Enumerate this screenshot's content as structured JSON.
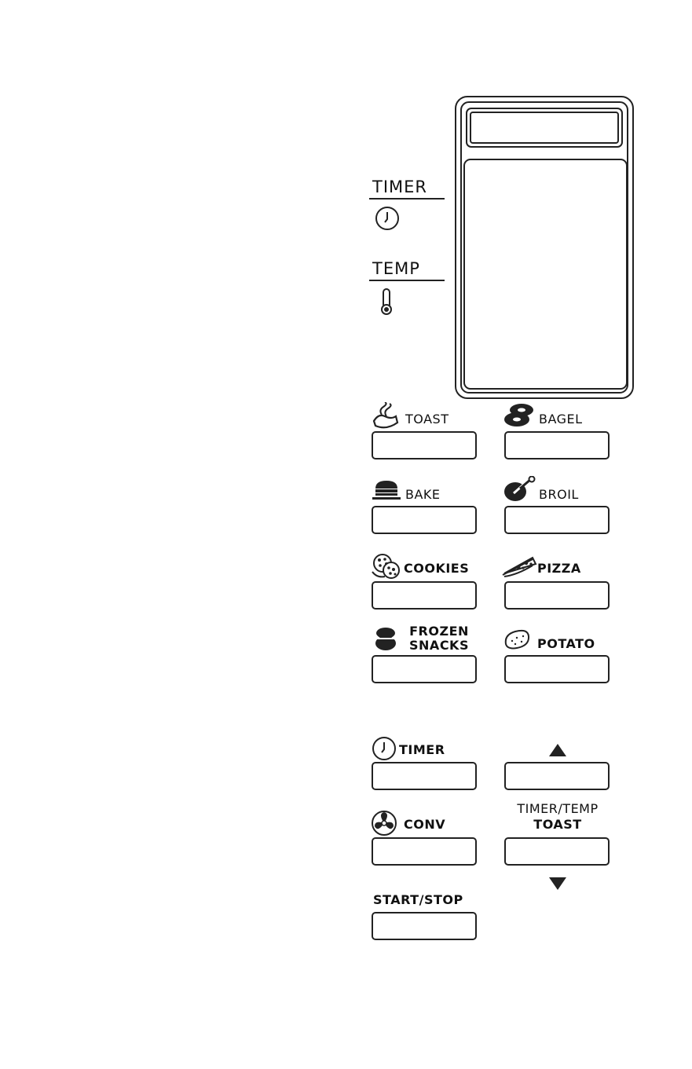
{
  "side": {
    "timer_label": "TIMER",
    "temp_label": "TEMP"
  },
  "buttons": {
    "toast": "TOAST",
    "bagel": "BAGEL",
    "bake": "BAKE",
    "broil": "BROIL",
    "cookies": "COOKIES",
    "pizza": "PIZZA",
    "frozen_line1": "FROZEN",
    "frozen_line2": "SNACKS",
    "potato": "POTATO",
    "timer": "TIMER",
    "conv": "CONV",
    "timer_temp_line1": "TIMER/TEMP",
    "timer_temp_line2": "TOAST",
    "start_stop": "START/STOP"
  },
  "icons": {
    "up": "up-arrow-icon",
    "down": "down-arrow-icon"
  },
  "colors": {
    "line": "#222222",
    "background": "#ffffff"
  }
}
